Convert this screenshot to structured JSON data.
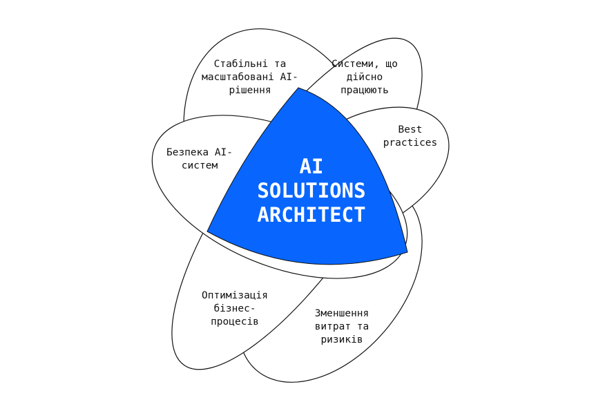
{
  "title": "AI\nSOLUTIONS\nARCHITECT",
  "petals": [
    {
      "label": "Стабільні та\nмасштабовані AI-\nрішення"
    },
    {
      "label": "Системи, що\nдійсно\nпрацюють"
    },
    {
      "label": "Best\npractices"
    },
    {
      "label": "Безпека AI-\nсистем"
    },
    {
      "label": "Оптимізація\nбізнес-\nпроцесів"
    },
    {
      "label": "Зменшення\nвитрат та\nризиків"
    }
  ],
  "colors": {
    "accent": "#0866ff",
    "stroke": "#111111",
    "fill": "#ffffff"
  }
}
